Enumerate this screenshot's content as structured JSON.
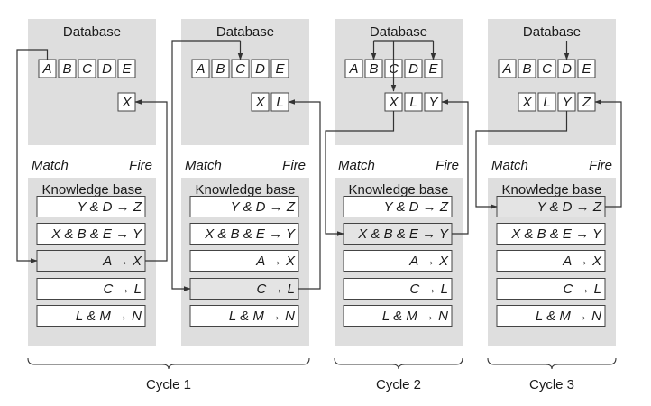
{
  "colors": {
    "panel": "#dedede",
    "highlight": "#e4e4e4",
    "box": "#ffffff",
    "border": "#444444",
    "line": "#333333",
    "text": "#1a1a1a",
    "background": "#ffffff"
  },
  "labels": {
    "database": "Database",
    "match": "Match",
    "fire": "Fire",
    "knowledge_base": "Knowledge base"
  },
  "panels": [
    {
      "facts_row1": [
        "A",
        "B",
        "C",
        "D",
        "E"
      ],
      "facts_row2": [
        "X"
      ],
      "rules": [
        "Y & D → Z",
        "X & B & E → Y",
        "A → X",
        "C → L",
        "L & M → N"
      ],
      "fired_rule": 2
    },
    {
      "facts_row1": [
        "A",
        "B",
        "C",
        "D",
        "E"
      ],
      "facts_row2": [
        "X",
        "L"
      ],
      "rules": [
        "Y & D → Z",
        "X & B & E → Y",
        "A → X",
        "C → L",
        "L & M → N"
      ],
      "fired_rule": 3
    },
    {
      "facts_row1": [
        "A",
        "B",
        "C",
        "D",
        "E"
      ],
      "facts_row2": [
        "X",
        "L",
        "Y"
      ],
      "rules": [
        "Y & D → Z",
        "X & B & E → Y",
        "A → X",
        "C → L",
        "L & M → N"
      ],
      "fired_rule": 1
    },
    {
      "facts_row1": [
        "A",
        "B",
        "C",
        "D",
        "E"
      ],
      "facts_row2": [
        "X",
        "L",
        "Y",
        "Z"
      ],
      "rules": [
        "Y & D → Z",
        "X & B & E → Y",
        "A → X",
        "C → L",
        "L & M → N"
      ],
      "fired_rule": 0
    }
  ],
  "cycles": [
    "Cycle 1",
    "Cycle 2",
    "Cycle 3"
  ]
}
